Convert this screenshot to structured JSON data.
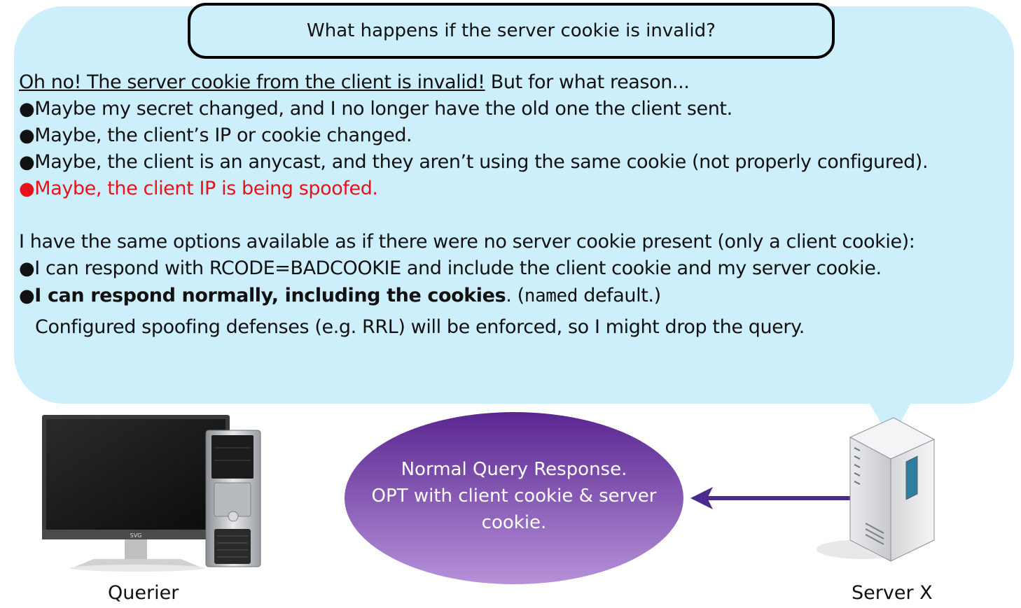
{
  "title": "What happens if the server cookie is invalid?",
  "intro": {
    "underlined": "Oh no! The server cookie from the client is invalid!",
    "rest": " But for what reason..."
  },
  "reasons": [
    "Maybe my secret changed, and I no longer have the old one the client sent.",
    "Maybe, the client’s IP or cookie changed.",
    "Maybe, the client is an anycast, and they aren’t using the same cookie (not properly configured).",
    "Maybe, the client IP is being spoofed."
  ],
  "options_intro": "I have the same options available as if there were no server cookie present (only a client cookie):",
  "options": {
    "first": "I can respond with RCODE=BADCOOKIE and include the client cookie and my server cookie.",
    "second_bold": "I can respond normally, including the cookies",
    "second_mid": ". (",
    "second_mono": "named",
    "second_end": " default.)",
    "second_note": "Configured spoofing defenses (e.g. RRL) will be enforced, so I might drop the query."
  },
  "response_label": [
    "Normal Query Response.",
    "OPT with client cookie & server",
    "cookie."
  ],
  "querier_label": "Querier",
  "server_label": "Server X",
  "monitor_brand": "SVG",
  "colors": {
    "bubble": "#cdeefb",
    "alert_text": "#e8121b",
    "arrow": "#4b2a8e",
    "ellipse_top": "#5a2691",
    "ellipse_bottom": "#b591d8"
  },
  "icons": {
    "computer": "desktop-computer-icon",
    "server": "server-tower-icon",
    "arrow": "arrow-left-icon"
  }
}
